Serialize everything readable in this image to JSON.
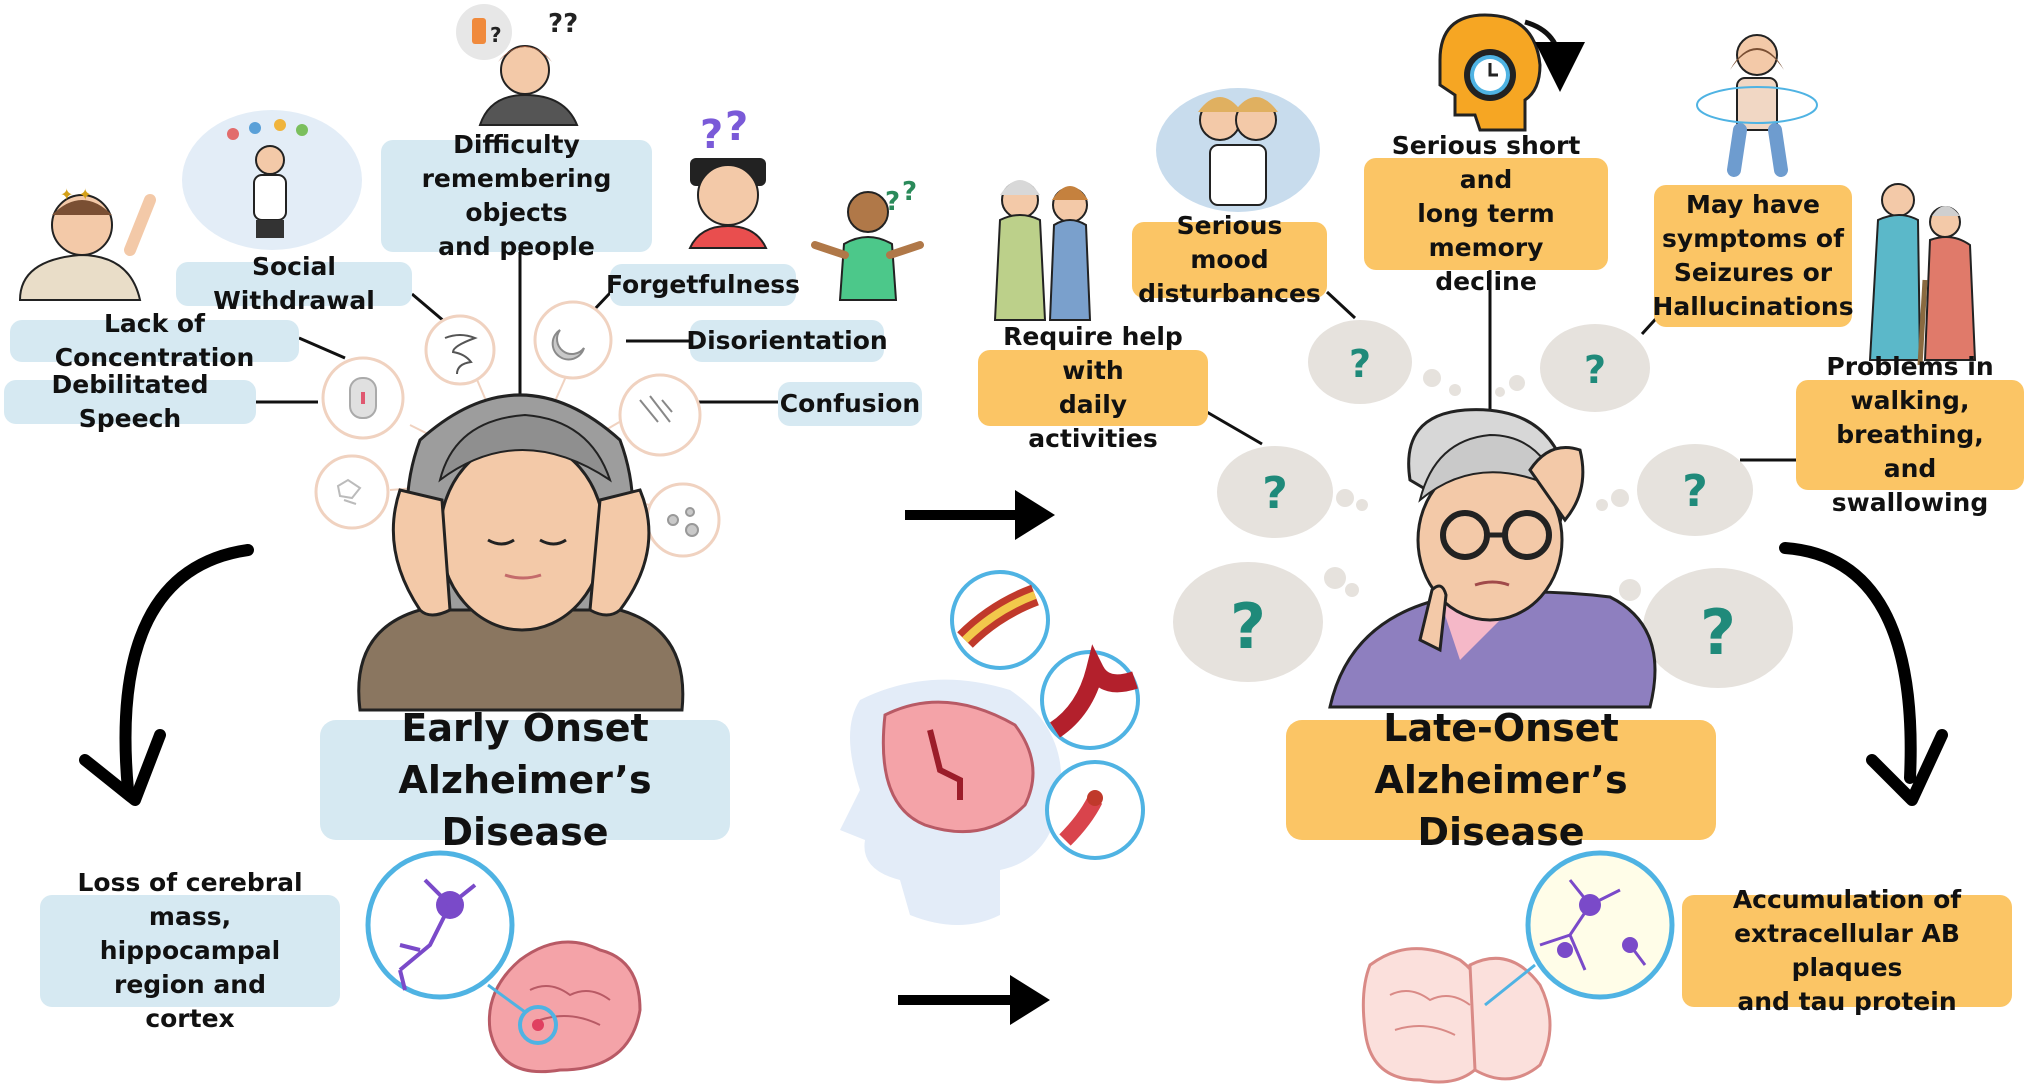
{
  "early": {
    "title": "Early Onset\nAlzheimer’s Disease",
    "labels": {
      "difficulty": "Difficulty\nremembering objects\nand people",
      "social": "Social Withdrawal",
      "forgetfulness": "Forgetfulness",
      "concentration": "Lack of Concentration",
      "disorientation": "Disorientation",
      "speech": "Debilitated Speech",
      "confusion": "Confusion"
    },
    "bottom": "Loss of cerebral mass,\nhippocampal region and\ncortex"
  },
  "late": {
    "title": "Late-Onset\nAlzheimer’s Disease",
    "labels": {
      "mood": "Serious mood\ndisturbances",
      "memory": "Serious short and\nlong term memory\ndecline",
      "seizures": "May have\nsymptoms of\nSeizures or\nHallucinations",
      "help": "Require help with\ndaily activities",
      "walking": "Problems in\nwalking, breathing,\nand swallowing"
    },
    "bottom": "Accumulation of\nextracellular AB plaques\nand tau protein"
  },
  "symbols": {
    "question": "?",
    "double_question": "??"
  },
  "colors": {
    "blue_label": "#d6e9f2",
    "orange_label": "#fbc565",
    "hair": "#9b9b9b",
    "skin": "#f3c9a8",
    "question_green": "#1f8a7a",
    "cloud": "#e6e2dd",
    "brain_pink": "#f4a3a8"
  }
}
